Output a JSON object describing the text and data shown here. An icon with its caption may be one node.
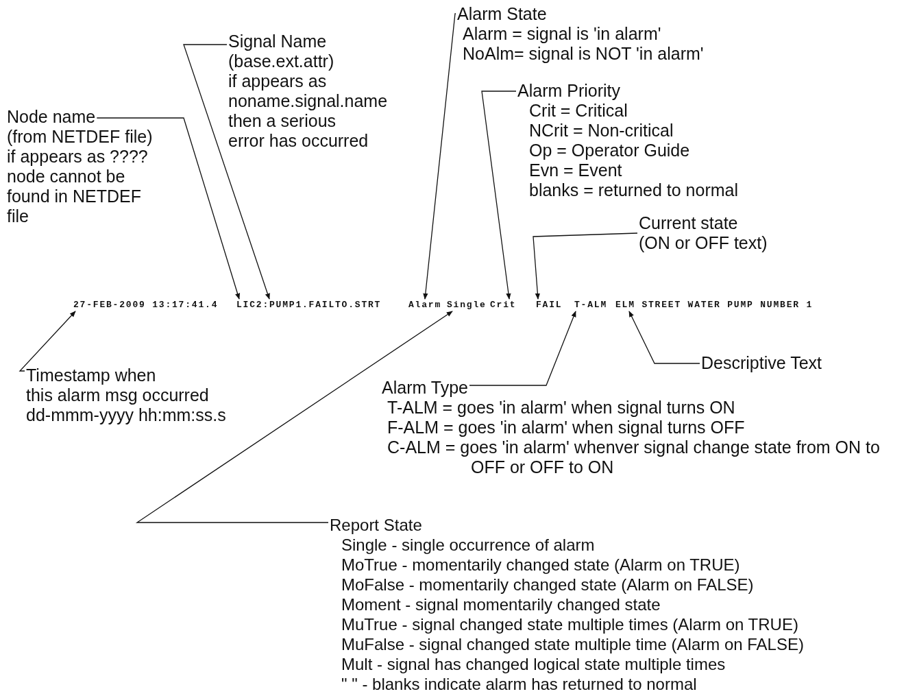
{
  "diagram": {
    "nodes": [
      {
        "text": [
          "Alarm State",
          "Alarm = signal is 'in alarm'",
          "NoAlm= signal is NOT 'in alarm'"
        ]
      },
      {
        "text": [
          "Signal Name",
          "(base.ext.attr)",
          "if appears as",
          "noname.signal.name",
          "then a serious",
          "error has occurred"
        ]
      },
      {
        "text": [
          "Alarm Priority",
          "Crit = Critical",
          "NCrit = Non-critical",
          "Op = Operator Guide",
          "Evn = Event",
          "blanks = returned to normal"
        ]
      },
      {
        "text": [
          "Node name",
          "(from NETDEF file)",
          "if appears as ????",
          "node cannot be",
          "found in NETDEF",
          "file"
        ]
      },
      {
        "text": [
          "Current state",
          "(ON or OFF text)"
        ]
      },
      {
        "text": [
          "27-FEB-2009 13:17:41.4"
        ]
      },
      {
        "text": [
          "LIC2:"
        ]
      },
      {
        "text": [
          "PUMP1.FAILTO.STRT"
        ]
      },
      {
        "text": [
          "Alarm"
        ]
      },
      {
        "text": [
          "Single"
        ]
      },
      {
        "text": [
          "Crit"
        ]
      },
      {
        "text": [
          "FAIL"
        ]
      },
      {
        "text": [
          "T-ALM"
        ]
      },
      {
        "text": [
          "ELM STREET WATER PUMP NUMBER 1"
        ]
      },
      {
        "text": [
          "Descriptive Text"
        ]
      },
      {
        "text": [
          "Timestamp when",
          "this alarm msg occurred",
          "dd-mmm-yyyy hh:mm:ss.s"
        ]
      },
      {
        "text": [
          "Alarm Type",
          "T-ALM = goes 'in alarm' when signal turns ON",
          "F-ALM = goes 'in alarm' when signal turns OFF",
          "C-ALM = goes 'in alarm' whenver signal change state from ON to OFF or OFF to ON"
        ]
      },
      {
        "text": [
          "Report State",
          "Single - single occurrence of alarm",
          "MoTrue - momentarily changed state (Alarm on TRUE)",
          "MoFalse - momentarily changed state (Alarm on FALSE)",
          "Moment - signal momentarily changed state",
          "MuTrue - signal changed state multiple times (Alarm on TRUE)",
          "MuFalse - signal changed state multiple time (Alarm on FALSE)",
          "Mult - signal has changed logical state multiple times",
          "\" \" - blanks indicate alarm has returned to normal"
        ]
      }
    ],
    "edges": [
      {
        "from": 0,
        "to": 8,
        "arrow": "to"
      },
      {
        "from": 1,
        "to": 7,
        "arrow": "to"
      },
      {
        "from": 2,
        "to": 10,
        "arrow": "to"
      },
      {
        "from": 3,
        "to": 6,
        "arrow": "to"
      },
      {
        "from": 4,
        "to": 11,
        "arrow": "to"
      },
      {
        "from": 15,
        "to": 5,
        "arrow": "to"
      },
      {
        "from": 17,
        "to": 9,
        "arrow": "to"
      },
      {
        "from": 16,
        "to": 12,
        "arrow": "to"
      },
      {
        "from": 14,
        "to": 13,
        "arrow": "to"
      }
    ]
  }
}
